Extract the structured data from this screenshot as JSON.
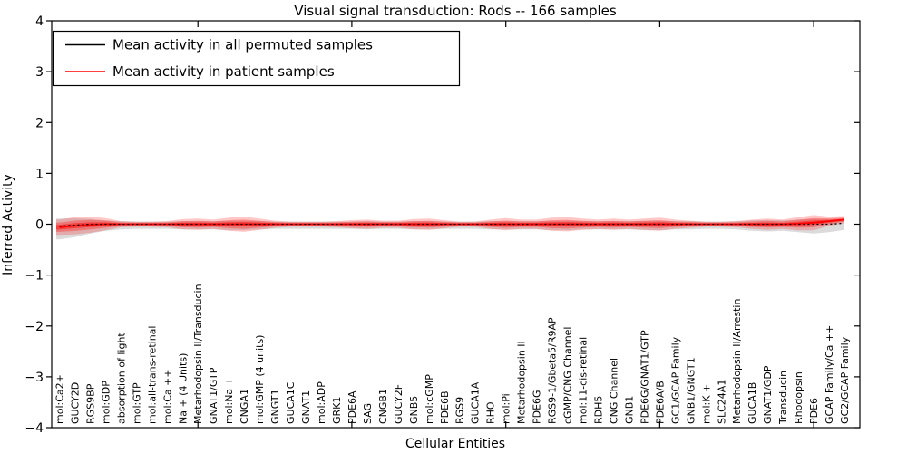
{
  "figure": {
    "title": "Visual signal transduction: Rods -- 166 samples",
    "xlabel": "Cellular Entities",
    "ylabel": "Inferred Activity"
  },
  "legend": {
    "items": [
      {
        "label": "Mean activity in all permuted samples",
        "color": "#000000"
      },
      {
        "label": "Mean activity in patient samples",
        "color": "#ff0000"
      }
    ]
  },
  "chart_data": {
    "type": "line",
    "title": "Visual signal transduction: Rods -- 166 samples",
    "xlabel": "Cellular Entities",
    "ylabel": "Inferred Activity",
    "ylim": [
      -4,
      4
    ],
    "xlim": [
      0.5,
      53
    ],
    "y_ticks": [
      4,
      3,
      2,
      1,
      0,
      -1,
      -2,
      -3,
      -4
    ],
    "x_tick_positions": [
      10,
      20,
      30,
      40,
      50
    ],
    "grid": false,
    "legend_position": "upper left",
    "x_labels": [
      "mol:Ca2+",
      "GUCY2D",
      "RGS9BP",
      "mol:GDP",
      "absorption of light",
      "mol:GTP",
      "mol:all-trans-retinal",
      "mol:Ca ++",
      "Na + (4 Units)",
      "Metarhodopsin II/Transducin",
      "GNAT1/GTP",
      "mol:Na +",
      "CNGA1",
      "mol:GMP (4 units)",
      "GNGT1",
      "GUCA1C",
      "GNAT1",
      "mol:ADP",
      "GRK1",
      "PDE6A",
      "SAG",
      "CNGB1",
      "GUCY2F",
      "GNB5",
      "mol:cGMP",
      "PDE6B",
      "RGS9",
      "GUCA1A",
      "RHO",
      "mol:Pi",
      "Metarhodopsin II",
      "PDE6G",
      "RGS9-1/Gbeta5/R9AP",
      "cGMP/CNG Channel",
      "mol:11-cis-retinal",
      "RDH5",
      "CNG Channel",
      "GNB1",
      "PDE6G/GNAT1/GTP",
      "PDE6A/B",
      "GC1/GCAP Family",
      "GNB1/GNGT1",
      "mol:K +",
      "SLC24A1",
      "Metarhodopsin II/Arrestin",
      "GUCA1B",
      "GNAT1/GDP",
      "Transducin",
      "Rhodopsin",
      "PDE6",
      "GCAP Family/Ca ++",
      "GC2/GCAP Family"
    ],
    "series": [
      {
        "name": "Mean activity in all permuted samples",
        "color": "#000000",
        "line_style": "dashed",
        "mean": [
          -0.04,
          -0.02,
          0,
          0,
          0,
          0,
          0,
          0,
          0,
          0,
          0,
          0,
          0,
          0,
          0,
          0,
          0,
          0,
          0,
          0,
          0,
          0,
          0,
          0,
          0,
          0,
          0,
          0,
          0,
          0,
          0,
          0,
          0,
          0,
          0,
          0,
          0,
          0,
          0,
          0,
          0,
          0,
          0,
          0,
          0,
          0,
          0,
          0,
          0,
          0,
          0,
          0.02
        ],
        "spread": [
          0.2,
          0.18,
          0.14,
          0.1,
          0.08,
          0.07,
          0.07,
          0.07,
          0.08,
          0.08,
          0.08,
          0.09,
          0.09,
          0.08,
          0.07,
          0.07,
          0.07,
          0.07,
          0.07,
          0.07,
          0.08,
          0.07,
          0.07,
          0.08,
          0.08,
          0.07,
          0.07,
          0.07,
          0.08,
          0.08,
          0.08,
          0.08,
          0.09,
          0.09,
          0.08,
          0.08,
          0.08,
          0.08,
          0.09,
          0.09,
          0.08,
          0.08,
          0.07,
          0.07,
          0.08,
          0.1,
          0.11,
          0.1,
          0.12,
          0.14,
          0.12,
          0.1
        ],
        "band_color": "#7f7f7f"
      },
      {
        "name": "Mean activity in patient samples",
        "color": "#ff0000",
        "line_style": "solid",
        "mean": [
          -0.06,
          -0.03,
          -0.01,
          0,
          0,
          0,
          0,
          0,
          0,
          0,
          0,
          0,
          0,
          0,
          0,
          0,
          0,
          0,
          0,
          0,
          0,
          0,
          0,
          0,
          0,
          0,
          0,
          0,
          0,
          0,
          0,
          0,
          0,
          0,
          0,
          0,
          0,
          0,
          0,
          0,
          0,
          0,
          0,
          0,
          0,
          0,
          0,
          0,
          0.01,
          0.03,
          0.06,
          0.09
        ],
        "spread": [
          0.15,
          0.17,
          0.16,
          0.12,
          0.06,
          0.05,
          0.05,
          0.06,
          0.1,
          0.11,
          0.09,
          0.13,
          0.15,
          0.11,
          0.07,
          0.05,
          0.05,
          0.05,
          0.06,
          0.08,
          0.09,
          0.07,
          0.07,
          0.1,
          0.11,
          0.08,
          0.05,
          0.05,
          0.09,
          0.12,
          0.09,
          0.09,
          0.13,
          0.14,
          0.11,
          0.09,
          0.11,
          0.09,
          0.11,
          0.13,
          0.09,
          0.07,
          0.05,
          0.05,
          0.06,
          0.09,
          0.11,
          0.09,
          0.13,
          0.15,
          0.09,
          0.07
        ],
        "band_color": "#ff0000"
      }
    ]
  }
}
